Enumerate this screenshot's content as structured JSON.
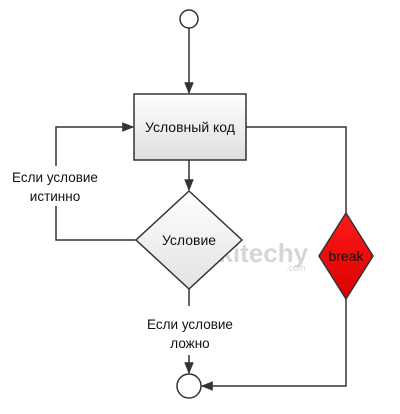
{
  "diagram": {
    "nodes": {
      "process": {
        "label": "Условный код"
      },
      "condition": {
        "label": "Условие"
      },
      "break": {
        "label": "break",
        "fill": "#e8000b"
      }
    },
    "edges": {
      "true_branch": {
        "label_line1": "Если условие",
        "label_line2": "истинно"
      },
      "false_branch": {
        "label_line1": "Если условие",
        "label_line2": "ложно"
      }
    },
    "watermark": {
      "main": "wikitechy",
      "sub": ".com"
    }
  }
}
